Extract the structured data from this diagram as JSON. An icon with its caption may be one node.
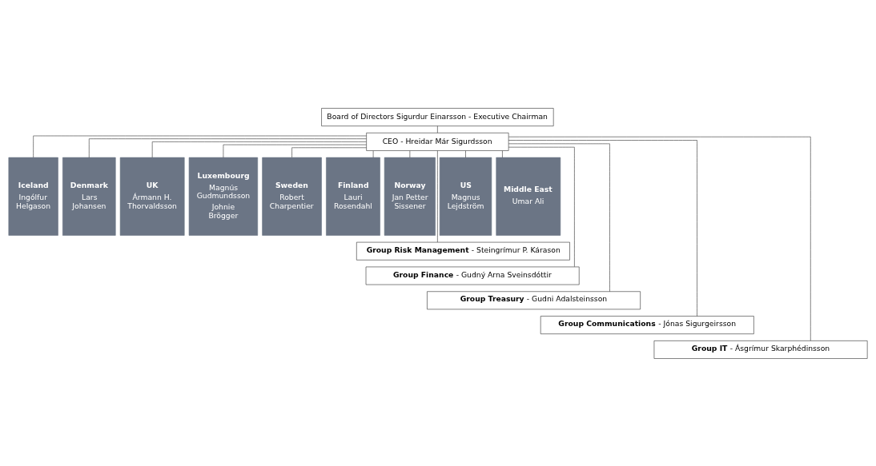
{
  "diagram": {
    "nodes": [
      {
        "text": [
          "Board of Directors Sigurdur Einarsson - Executive Chairman"
        ]
      },
      {
        "text": [
          "CEO - Hreidar Már Sigurdsson"
        ]
      },
      {
        "text": [
          "Iceland",
          "Ingólfur Helgason"
        ]
      },
      {
        "text": [
          "Denmark",
          "Lars Johansen"
        ]
      },
      {
        "text": [
          "UK",
          "Ármann H. Thorvaldsson"
        ]
      },
      {
        "text": [
          "Luxembourg",
          "Magnús Gudmundsson",
          "Johnie Brögger"
        ]
      },
      {
        "text": [
          "Sweden",
          "Robert Charpentier"
        ]
      },
      {
        "text": [
          "Finland",
          "Lauri Rosendahl"
        ]
      },
      {
        "text": [
          "Norway",
          "Jan Petter Sissener"
        ]
      },
      {
        "text": [
          "US",
          "Magnus Lejdström"
        ]
      },
      {
        "text": [
          "Middle East",
          "Umar Ali"
        ]
      },
      {
        "text": [
          "**Group Risk Management** - Steingrímur P. Kárason"
        ]
      },
      {
        "text": [
          "**Group Finance** - Gudný Arna Sveinsdóttir"
        ]
      },
      {
        "text": [
          "**Group Treasury** - Gudni Adalsteinsson"
        ]
      },
      {
        "text": [
          "**Group Communications** - Jónas Sigurgeirsson"
        ]
      },
      {
        "text": [
          "**Group IT** - Ásgrímur Skarphédinsson"
        ]
      }
    ],
    "edges": [
      {
        "from": 0,
        "to": 1,
        "arrow": "none"
      },
      {
        "from": 1,
        "to": 2,
        "arrow": "none"
      },
      {
        "from": 1,
        "to": 3,
        "arrow": "none"
      },
      {
        "from": 1,
        "to": 4,
        "arrow": "none"
      },
      {
        "from": 1,
        "to": 5,
        "arrow": "none"
      },
      {
        "from": 1,
        "to": 6,
        "arrow": "none"
      },
      {
        "from": 1,
        "to": 7,
        "arrow": "none"
      },
      {
        "from": 1,
        "to": 8,
        "arrow": "none"
      },
      {
        "from": 1,
        "to": 9,
        "arrow": "none"
      },
      {
        "from": 1,
        "to": 10,
        "arrow": "none"
      },
      {
        "from": 1,
        "to": 11,
        "arrow": "none"
      },
      {
        "from": 1,
        "to": 12,
        "arrow": "none"
      },
      {
        "from": 1,
        "to": 13,
        "arrow": "none"
      },
      {
        "from": 1,
        "to": 14,
        "arrow": "none"
      },
      {
        "from": 1,
        "to": 15,
        "arrow": "none"
      }
    ]
  }
}
